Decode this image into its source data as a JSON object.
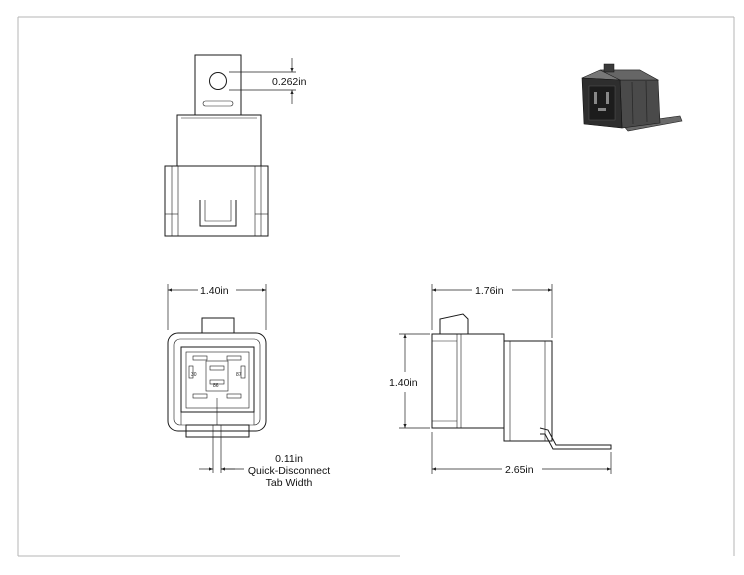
{
  "dimensions": {
    "hole_diameter": "0.262in",
    "front_width": "1.40in",
    "side_depth": "1.76in",
    "side_height": "1.40in",
    "overall_length": "2.65in",
    "tab_width_value": "0.11in",
    "tab_width_line1": "Quick-Disconnect",
    "tab_width_line2": "Tab Width"
  },
  "colors": {
    "line": "#1a1a1a",
    "frame": "#b5b5b5",
    "render_dark": "#2e2e2e",
    "render_mid": "#555555"
  }
}
